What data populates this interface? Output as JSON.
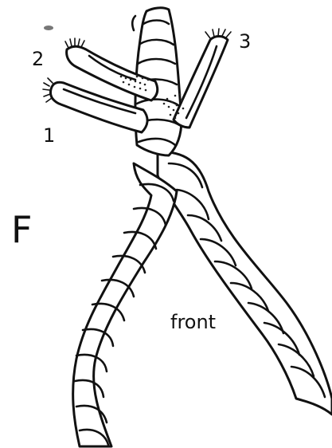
{
  "figure": {
    "panel_letter": "F",
    "side_label": "front",
    "strand_numbers": [
      "1",
      "2",
      "3"
    ]
  },
  "colors": {
    "ink": "#111111",
    "paper": "#ffffff"
  }
}
